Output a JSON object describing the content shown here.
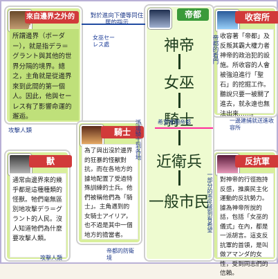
{
  "title": "帝都",
  "ranks": [
    "神帝",
    "女巫",
    "騎士",
    "近衛兵",
    "一般市民"
  ],
  "boxes": {
    "outsider": {
      "header": "來自邊界之外的人",
      "text": "所謂邊界（ボーダー），就是指デラ＝グラント與其他的世界分隔的境界。總之，主角就是從邊界來到此間的第一個人。因此，他與セーレス有了影響命運的邂逅。"
    },
    "shrine": {
      "header": "收容所",
      "text": "收容著「帝都」及反叛其霸大權力者神帝的政治犯的設施。所收容的人會被強迫進行「聖石」的挖掘工作。聽說只要一被關了進去，就永遠也無法出來……。"
    },
    "beast": {
      "header": "獸",
      "text": "通常由邊界來的幾乎都是這種種類的怪獸。牠們毫無區別地攻擊デラ＝グラント的人民。沒人知道牠們為什麼要攻擊人類。"
    },
    "knight": {
      "header": "騎士",
      "text": "為了與出沒於邊界的狂暴的怪獸對抗，而在各地方的據地配置了受過特殊訓練的士兵。他們被稱他們為「騎士」。主角遇到的女騎士アイリア，也不過是其中一個地方的擔當者。"
    },
    "rebel": {
      "header": "反抗軍",
      "text": "對神帝的行徑抱持反感，推廣民主化運動的反抗勢力。據為神帝所說的話，包括「女巫的儀式」在內，都是一派胡言。這支反抗軍的首領，是叫做アマンダ的女性，受到同志們的信賴。"
    }
  },
  "notes": {
    "to_outsider": "對於進向下優等同住居的指示",
    "serece": "女巫セーレス處",
    "attack_human": "攻擊人類",
    "defense": "帝都的防衛境",
    "guard_duty": "帝都的看門",
    "dispatch": "派遣騎士到各地",
    "hope_rebel": "希望推翻帝都",
    "deport": "一邊建捕就送進收容所",
    "people_feel": "一部分的市民感到有希望",
    "attack_human2": "攻擊人類"
  }
}
